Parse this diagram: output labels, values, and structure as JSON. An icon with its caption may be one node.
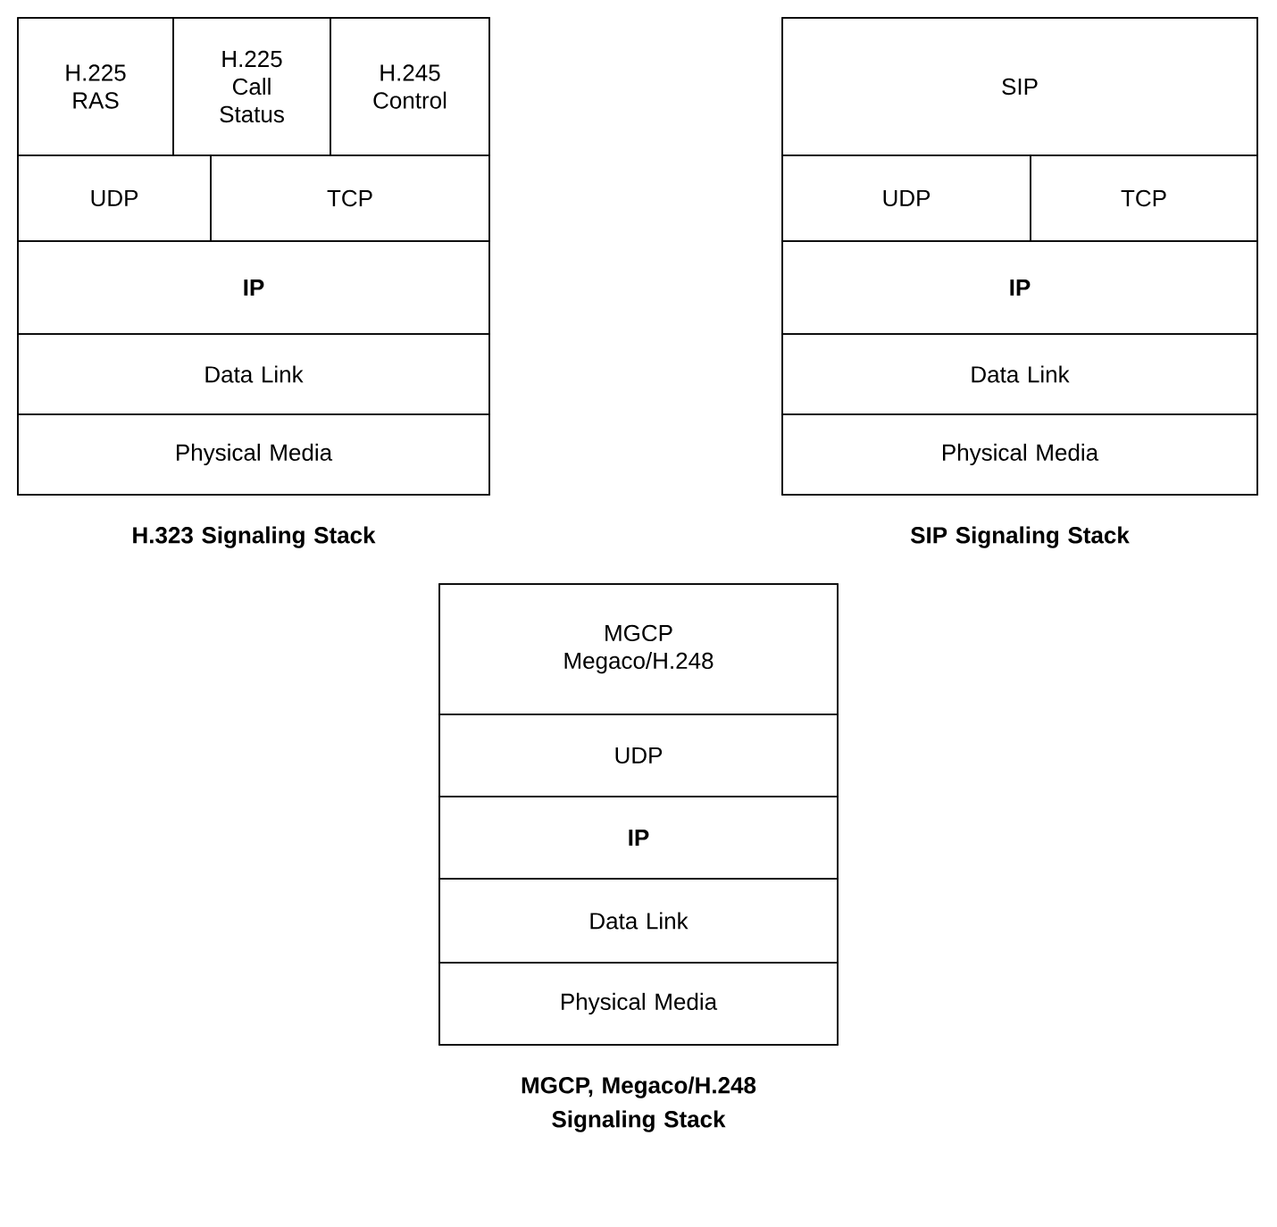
{
  "diagram": {
    "nodes": [
      {
        "text": [
          "H.323 Signaling Stack"
        ]
      },
      {
        "text": [
          "H.225 RAS"
        ],
        "in": 0
      },
      {
        "text": [
          "H.225 Call Status"
        ],
        "in": 0
      },
      {
        "text": [
          "H.245 Control"
        ],
        "in": 0
      },
      {
        "text": [
          "UDP"
        ],
        "in": 0
      },
      {
        "text": [
          "TCP"
        ],
        "in": 0
      },
      {
        "text": [
          "IP"
        ],
        "in": 0
      },
      {
        "text": [
          "Data Link"
        ],
        "in": 0
      },
      {
        "text": [
          "Physical Media"
        ],
        "in": 0
      },
      {
        "text": [
          "SIP Signaling Stack"
        ]
      },
      {
        "text": [
          "SIP"
        ],
        "in": 9
      },
      {
        "text": [
          "UDP"
        ],
        "in": 9
      },
      {
        "text": [
          "TCP"
        ],
        "in": 9
      },
      {
        "text": [
          "IP"
        ],
        "in": 9
      },
      {
        "text": [
          "Data Link"
        ],
        "in": 9
      },
      {
        "text": [
          "Physical Media"
        ],
        "in": 9
      },
      {
        "text": [
          "MGCP, Megaco/H.248 Signaling Stack"
        ]
      },
      {
        "text": [
          "MGCP Megaco/H.248"
        ],
        "in": 16
      },
      {
        "text": [
          "UDP"
        ],
        "in": 16
      },
      {
        "text": [
          "IP"
        ],
        "in": 16
      },
      {
        "text": [
          "Data Link"
        ],
        "in": 16
      },
      {
        "text": [
          "Physical Media"
        ],
        "in": 16
      }
    ]
  }
}
